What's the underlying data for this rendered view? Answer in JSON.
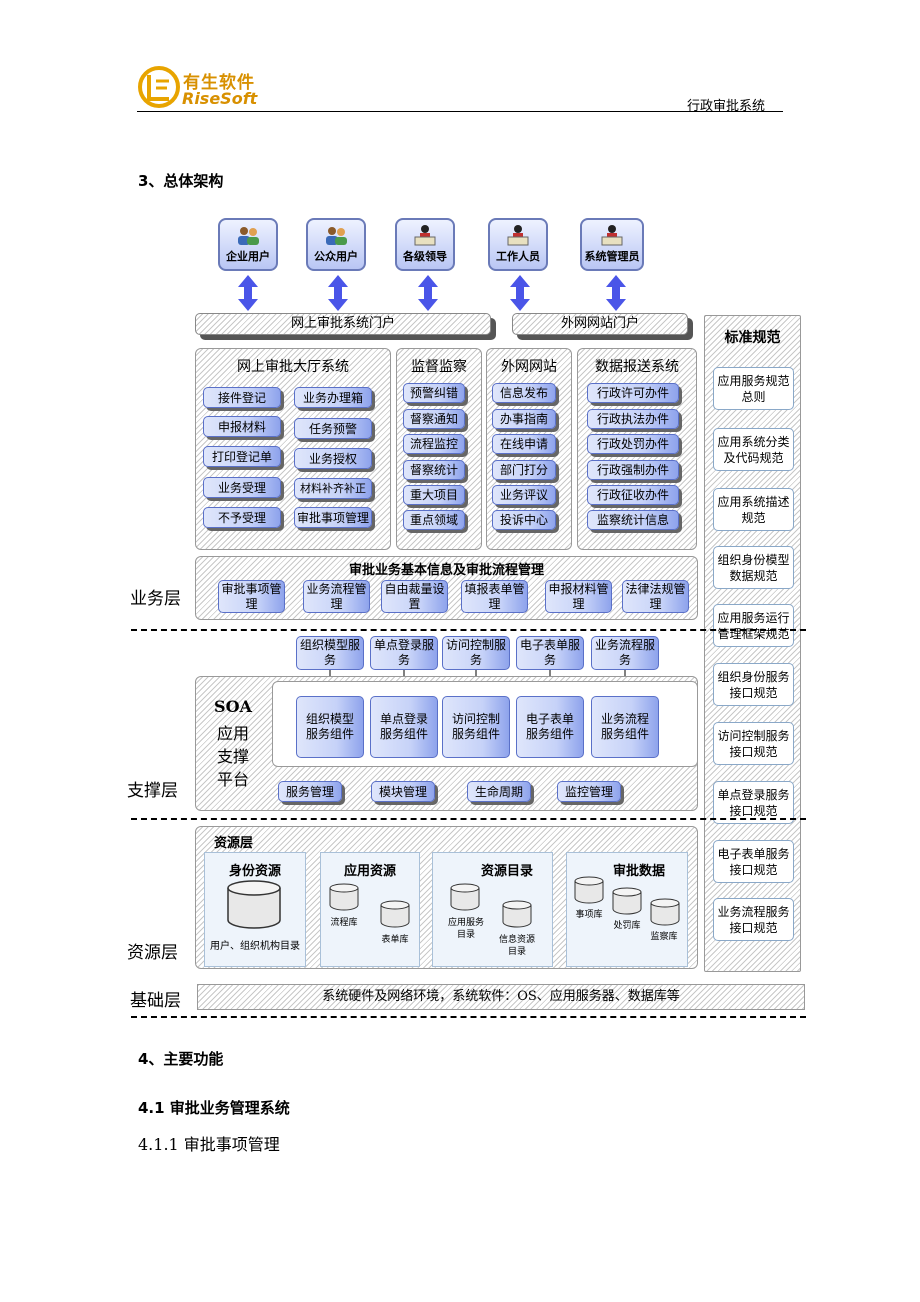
{
  "header": {
    "logo_cn": "有生软件",
    "logo_en": "RiseSoft",
    "doc_title": "行政审批系统"
  },
  "section3": "3、总体架构",
  "users": [
    "企业用户",
    "公众用户",
    "各级领导",
    "工作人员",
    "系统管理员"
  ],
  "portals": {
    "left": "网上审批系统门户",
    "right": "外网网站门户"
  },
  "standards": {
    "title": "标准规范",
    "items": [
      "应用服务规范总则",
      "应用系统分类及代码规范",
      "应用系统描述规范",
      "组织身份模型数据规范",
      "应用服务运行管理框架规范",
      "组织身份服务接口规范",
      "访问控制服务接口规范",
      "单点登录服务接口规范",
      "电子表单服务接口规范",
      "业务流程服务接口规范"
    ]
  },
  "hall": {
    "title": "网上审批大厅系统",
    "col1": [
      "接件登记",
      "申报材料",
      "打印登记单",
      "业务受理",
      "不予受理"
    ],
    "col2": [
      "业务办理箱",
      "任务预警",
      "业务授权",
      "材料补齐补正",
      "审批事项管理"
    ]
  },
  "supervision": {
    "title": "监督监察",
    "items": [
      "预警纠错",
      "督察通知",
      "流程监控",
      "督察统计",
      "重大项目",
      "重点领域"
    ]
  },
  "extweb": {
    "title": "外网网站",
    "items": [
      "信息发布",
      "办事指南",
      "在线申请",
      "部门打分",
      "业务评议",
      "投诉中心"
    ]
  },
  "datareport": {
    "title": "数据报送系统",
    "items": [
      "行政许可办件",
      "行政执法办件",
      "行政处罚办件",
      "行政强制办件",
      "行政征收办件",
      "监察统计信息"
    ]
  },
  "basic": {
    "title": "审批业务基本信息及审批流程管理",
    "items": [
      "审批事项管理",
      "业务流程管理",
      "自由裁量设置",
      "填报表单管理",
      "申报材料管理",
      "法律法规管理"
    ]
  },
  "layers": {
    "business": "业务层",
    "support": "支撑层",
    "resource": "资源层",
    "base": "基础层"
  },
  "services": [
    "组织模型服务",
    "单点登录服务",
    "访问控制服务",
    "电子表单服务",
    "业务流程服务"
  ],
  "soa": {
    "title": "SOA",
    "lines": [
      "应用",
      "支撑",
      "平台"
    ],
    "components": [
      "组织模型服务组件",
      "单点登录服务组件",
      "访问控制服务组件",
      "电子表单服务组件",
      "业务流程服务组件"
    ],
    "mgmt": [
      "服务管理",
      "模块管理",
      "生命周期",
      "监控管理"
    ]
  },
  "resource": {
    "title": "资源层",
    "identity": {
      "title": "身份资源",
      "label": "用户、组织机构目录"
    },
    "app": {
      "title": "应用资源",
      "db1": "流程库",
      "db2": "表单库"
    },
    "catalog": {
      "title": "资源目录",
      "db1": "应用服务目录",
      "db2": "信息资源目录"
    },
    "approval": {
      "title": "审批数据",
      "db1": "事项库",
      "db2": "处罚库",
      "db3": "监察库"
    }
  },
  "base": "系统硬件及网络环境，系统软件：OS、应用服务器、数据库等",
  "section4": "4、主要功能",
  "section41": "4.1 审批业务管理系统",
  "section411": "4.1.1  审批事项管理"
}
